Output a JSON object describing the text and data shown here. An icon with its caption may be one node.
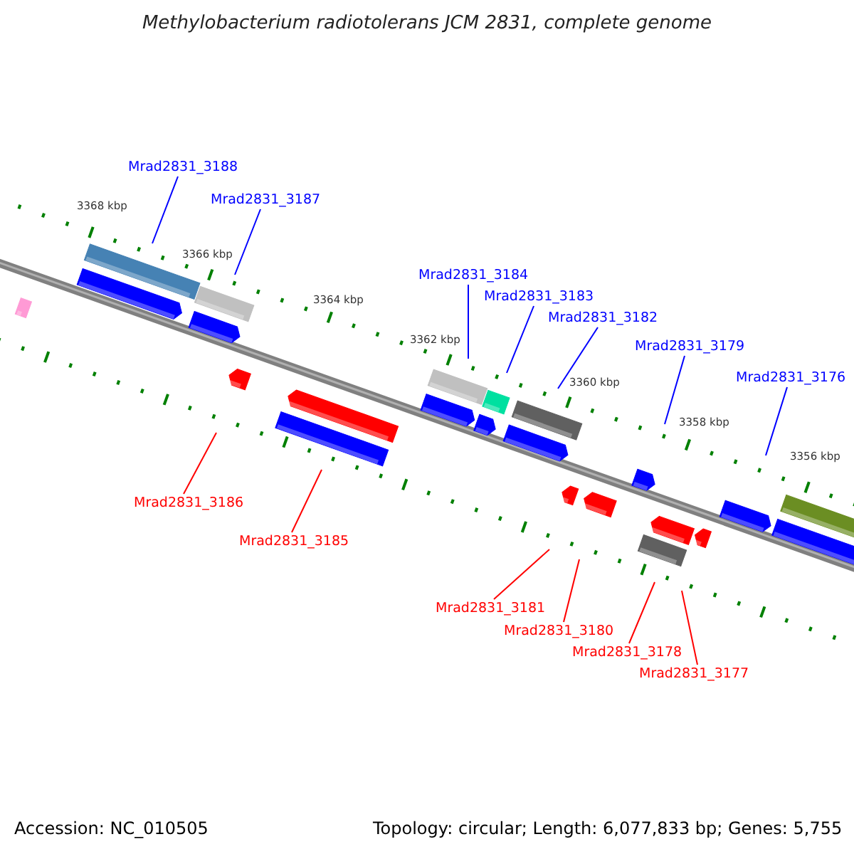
{
  "diagram": {
    "title": "Methylobacterium radiotolerans JCM 2831, complete genome",
    "nodes": [
      {
        "text": [
          "Mrad2831_3188"
        ]
      },
      {
        "text": [
          "Mrad2831_3187"
        ]
      },
      {
        "text": [
          "Mrad2831_3184"
        ]
      },
      {
        "text": [
          "Mrad2831_3183"
        ]
      },
      {
        "text": [
          "Mrad2831_3182"
        ]
      },
      {
        "text": [
          "Mrad2831_3179"
        ]
      },
      {
        "text": [
          "Mrad2831_3176"
        ]
      },
      {
        "text": [
          "Mrad2831_3186"
        ]
      },
      {
        "text": [
          "Mrad2831_3185"
        ]
      },
      {
        "text": [
          "Mrad2831_3181"
        ]
      },
      {
        "text": [
          "Mrad2831_3180"
        ]
      },
      {
        "text": [
          "Mrad2831_3178"
        ]
      },
      {
        "text": [
          "Mrad2831_3177"
        ]
      }
    ],
    "edges": [
      {
        "from": 0,
        "to": null,
        "arrow": "none"
      },
      {
        "from": 1,
        "to": null,
        "arrow": "none"
      },
      {
        "from": 2,
        "to": null,
        "arrow": "none"
      },
      {
        "from": 3,
        "to": null,
        "arrow": "none"
      },
      {
        "from": 4,
        "to": null,
        "arrow": "none"
      },
      {
        "from": 5,
        "to": null,
        "arrow": "none"
      },
      {
        "from": 6,
        "to": null,
        "arrow": "none"
      },
      {
        "from": 7,
        "to": null,
        "arrow": "none",
        "color": "#ff0000"
      },
      {
        "from": 8,
        "to": null,
        "arrow": "none",
        "color": "#ff0000"
      },
      {
        "from": 9,
        "to": null,
        "arrow": "none",
        "color": "#ff0000"
      },
      {
        "from": 10,
        "to": null,
        "arrow": "none",
        "color": "#ff0000"
      },
      {
        "from": 11,
        "to": null,
        "arrow": "none",
        "color": "#ff0000"
      },
      {
        "from": 12,
        "to": null,
        "arrow": "none",
        "color": "#ff0000"
      }
    ],
    "labels": [
      "3368 kbp",
      "3366 kbp",
      "3364 kbp",
      "3362 kbp",
      "3360 kbp",
      "3358 kbp",
      "3356 kbp",
      "Accession: NC_010505",
      "Topology: circular; Length: 6,077,833 bp; Genes: 5,755"
    ]
  }
}
